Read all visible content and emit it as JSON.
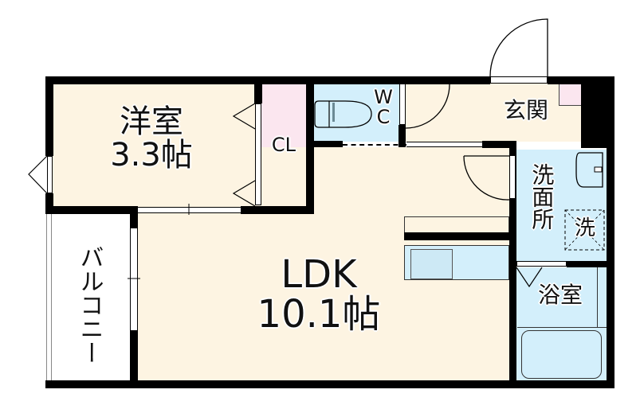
{
  "floorplan": {
    "rooms": {
      "western_room": {
        "name": "洋室",
        "size": "3.3帖"
      },
      "closet": {
        "name": "CL"
      },
      "toilet": {
        "name_line1": "W",
        "name_line2": "C"
      },
      "entrance": {
        "name": "玄関"
      },
      "washroom": {
        "name": "洗面所"
      },
      "washer": {
        "name": "洗"
      },
      "bathroom": {
        "name": "浴室"
      },
      "ldk": {
        "name": "LDK",
        "size": "10.1帖"
      },
      "balcony": {
        "name": "バルコニー"
      }
    },
    "colors": {
      "wall": "#000000",
      "living_floor": "#fdf4e2",
      "wet_area": "#d3effb",
      "closet": "#fbe6ef"
    }
  }
}
